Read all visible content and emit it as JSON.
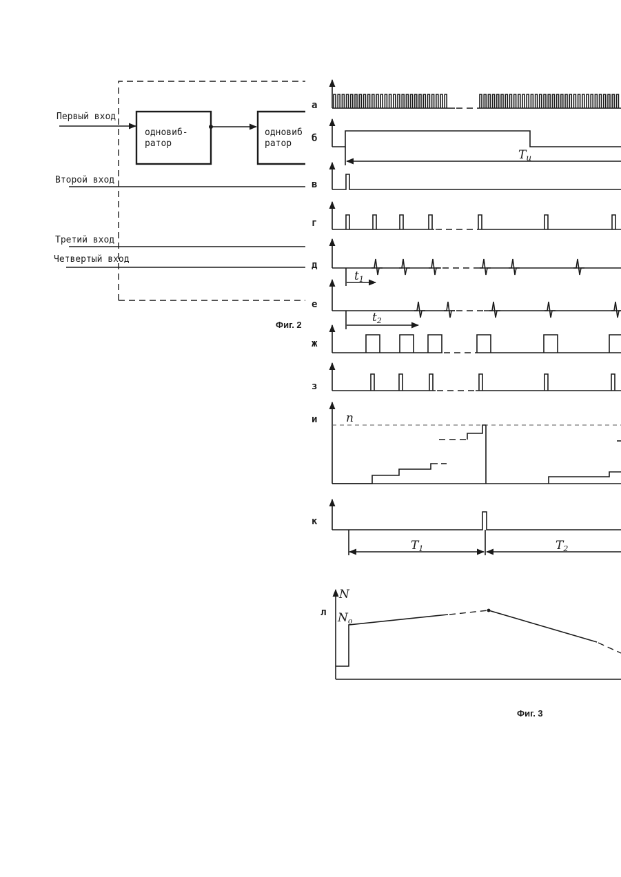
{
  "fig2": {
    "caption": "Фиг. 2",
    "inputs": {
      "first": "Первый вход",
      "second": "Второй вход",
      "third": "Третий вход",
      "fourth": "Четвертый вход"
    },
    "block1": {
      "line1": "одновиб-",
      "line2": "ратор"
    },
    "block2": {
      "line1": "одновиб",
      "line2": "ратор"
    }
  },
  "fig3": {
    "caption": "Фиг. 3",
    "rows": [
      "а",
      "б",
      "в",
      "г",
      "д",
      "е",
      "ж",
      "з",
      "и",
      "к",
      "л"
    ],
    "annotations": {
      "Tu": "Tи",
      "t1": "t1",
      "t2": "t2",
      "n": "n",
      "T1": "T1",
      "T2": "T2",
      "N": "N",
      "N0": "N0"
    }
  }
}
